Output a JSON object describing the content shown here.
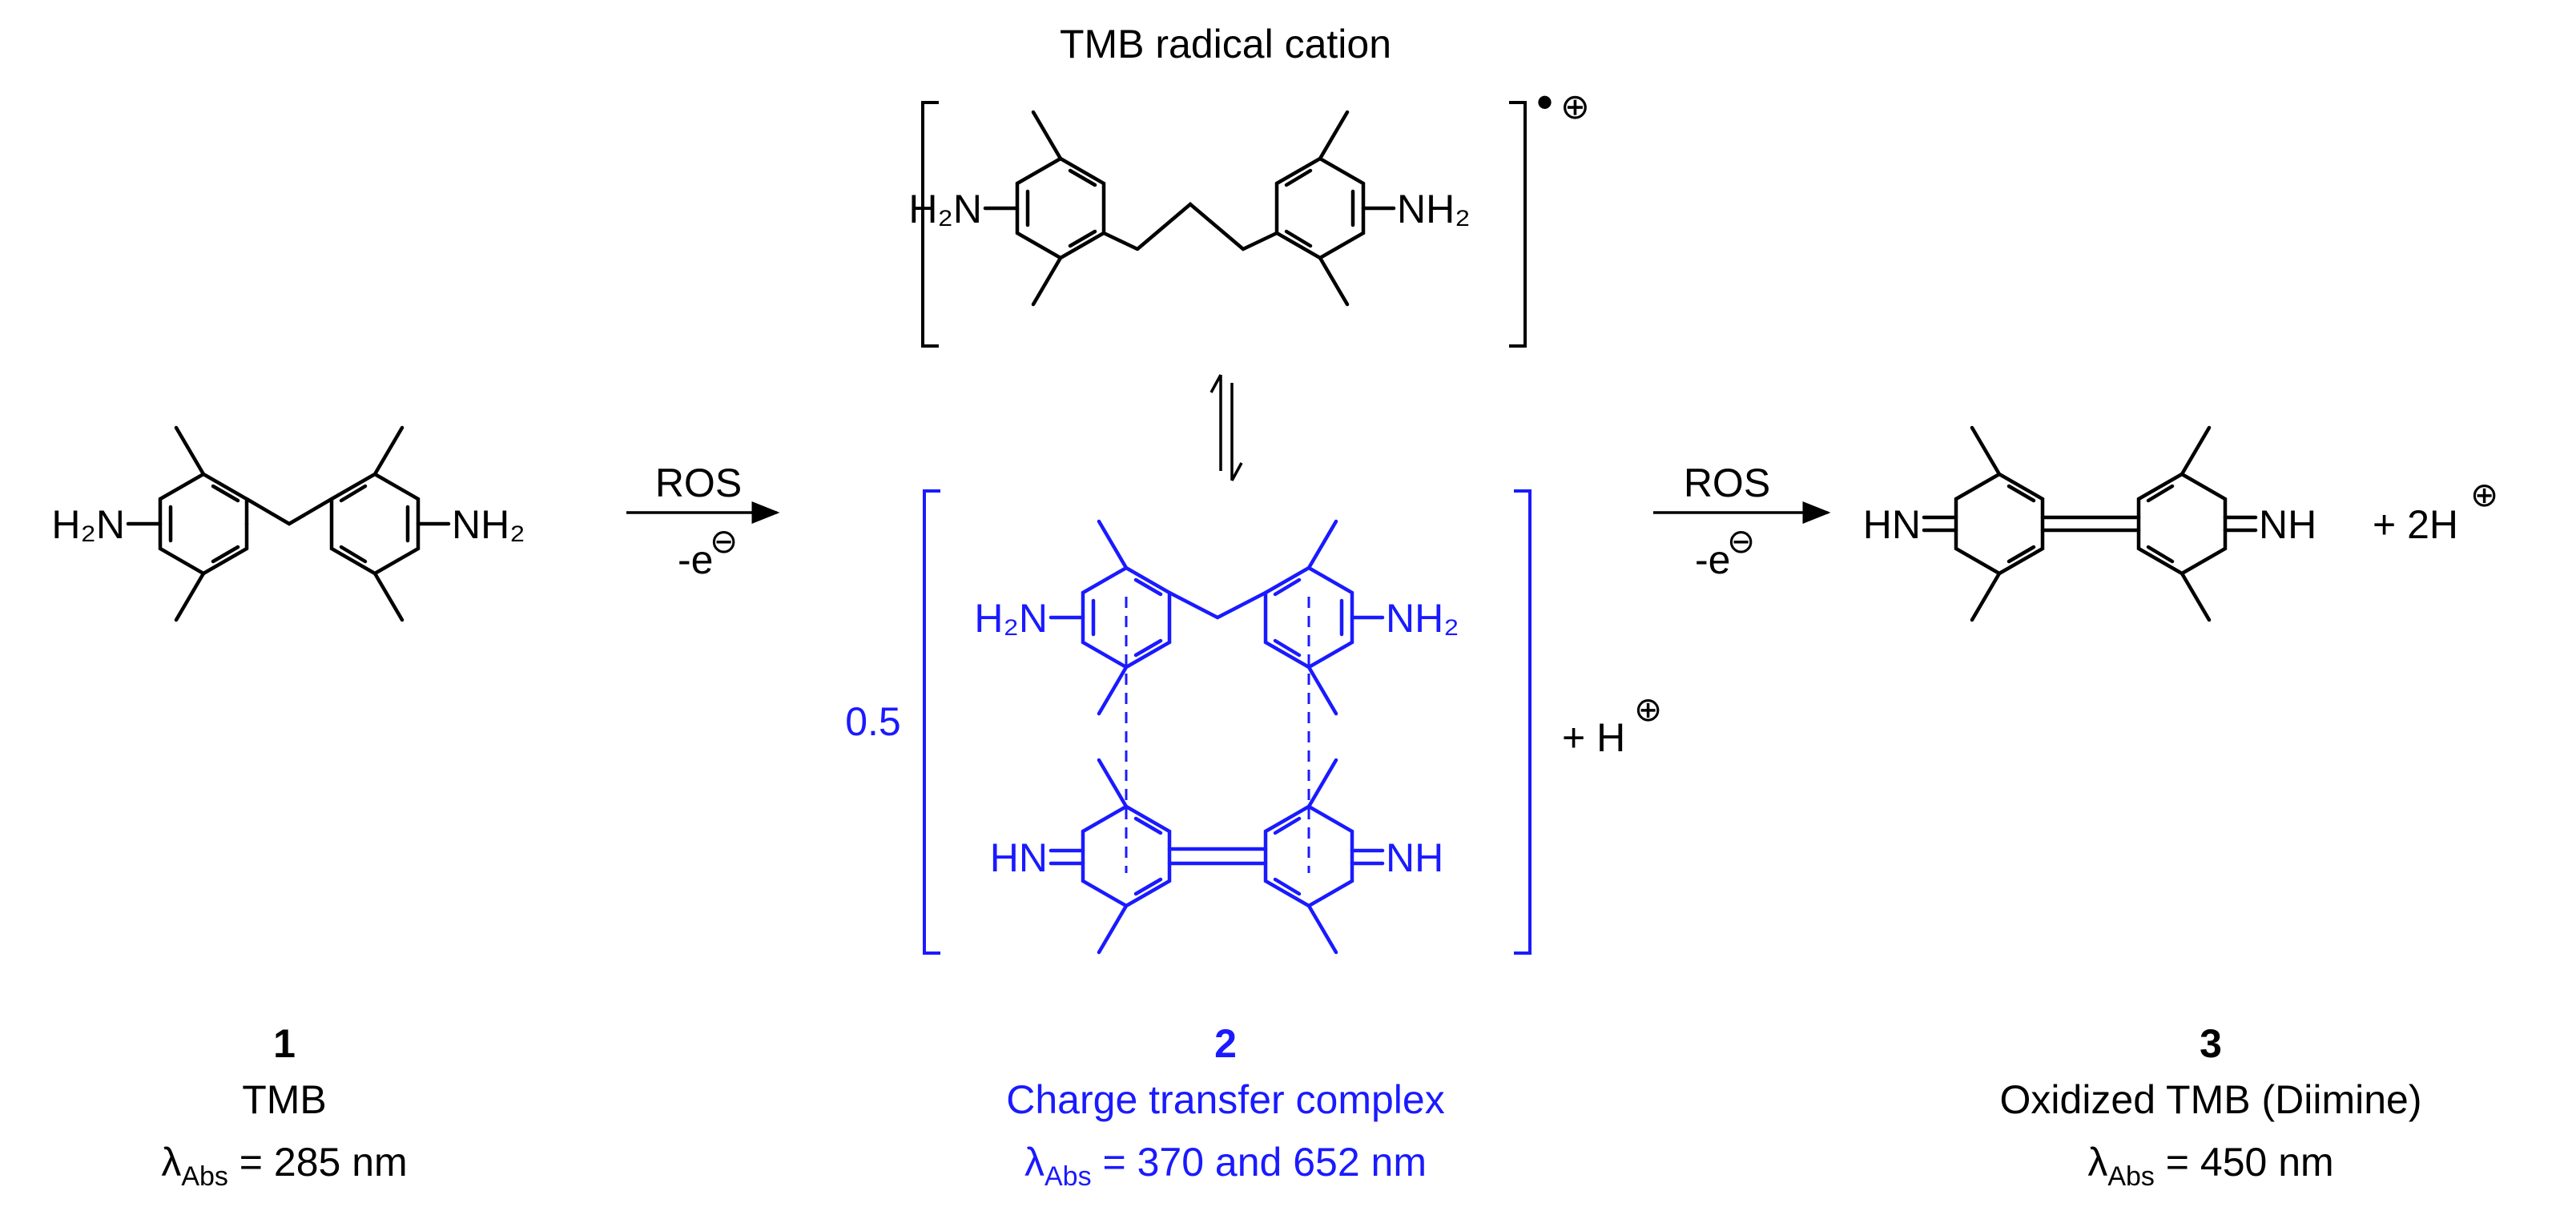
{
  "colors": {
    "black": "#000000",
    "blue": "#1a1aff",
    "background": "#ffffff"
  },
  "top": {
    "title": "TMB radical cation",
    "left_group": "H₂N",
    "right_group": "NH₂",
    "charge_dot": "•",
    "charge_plus": "⊕"
  },
  "compound1": {
    "left_group": "H₂N",
    "right_group": "NH₂",
    "number": "1",
    "name": "TMB",
    "lambda_symbol": "λ",
    "lambda_sub": "Abs",
    "lambda_value": " = 285 nm"
  },
  "arrow1": {
    "reagent": "ROS",
    "electron": "-e",
    "electron_charge": "⊖"
  },
  "complex": {
    "coefficient": "0.5",
    "upper_left": "H₂N",
    "upper_right": "NH₂",
    "lower_left": "HN",
    "lower_right": "NH",
    "number": "2",
    "name": "Charge transfer complex",
    "lambda_symbol": "λ",
    "lambda_sub": "Abs",
    "lambda_value": " = 370 and 652 nm"
  },
  "proton1": {
    "text": "+ H",
    "charge": "⊕"
  },
  "arrow2": {
    "reagent": "ROS",
    "electron": "-e",
    "electron_charge": "⊖"
  },
  "compound3": {
    "left_group": "HN",
    "right_group": "NH",
    "number": "3",
    "name": "Oxidized TMB (Diimine)",
    "lambda_symbol": "λ",
    "lambda_sub": "Abs",
    "lambda_value": " = 450 nm"
  },
  "proton2": {
    "text": "+ 2H",
    "charge": "⊕"
  }
}
